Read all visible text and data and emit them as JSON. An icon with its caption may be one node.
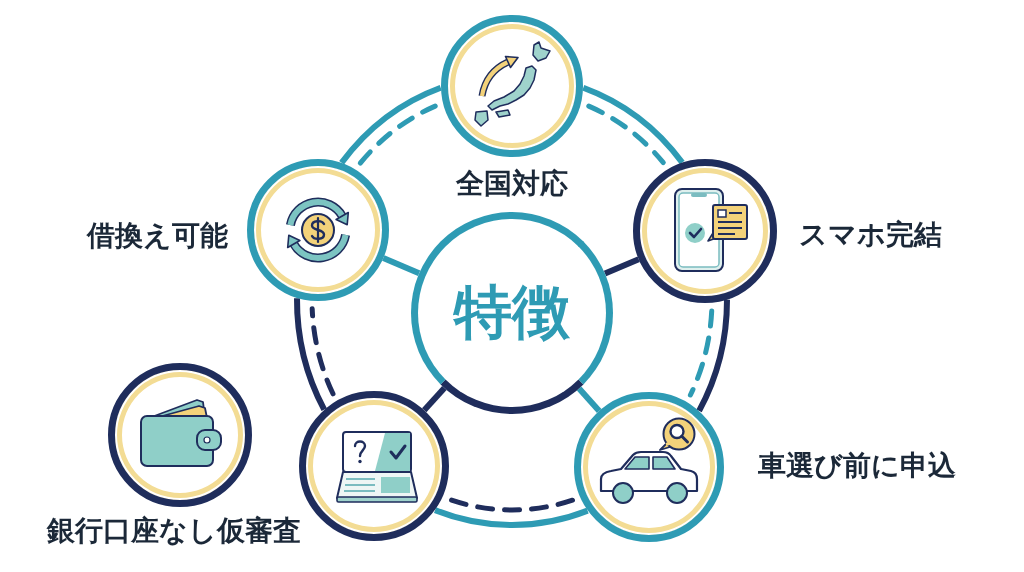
{
  "diagram": {
    "nodes": [
      {
        "text": [
          "全国対応"
        ]
      },
      {
        "text": [
          "借換え可能"
        ]
      },
      {
        "text": [
          "スマホ完結"
        ]
      },
      {
        "text": [
          "特徴"
        ]
      },
      {
        "text": [
          "銀行口座なし仮審査"
        ]
      },
      {
        "text": [],
        "shape": "circle"
      },
      {
        "text": [
          "車選び前に申込"
        ]
      }
    ],
    "edges": [
      {
        "from": 1,
        "to": 0,
        "arrow": "none"
      },
      {
        "from": 0,
        "to": 2,
        "arrow": "none"
      },
      {
        "from": 2,
        "to": 6,
        "arrow": "none",
        "color": "#1f2d5c"
      },
      {
        "from": 6,
        "to": 5,
        "arrow": "none"
      },
      {
        "from": 5,
        "to": 1,
        "arrow": "none",
        "color": "#1f2d5c"
      },
      {
        "from": 3,
        "to": 1,
        "arrow": "none"
      },
      {
        "from": 3,
        "to": 2,
        "arrow": "none",
        "color": "#1f2d5c"
      },
      {
        "from": 3,
        "to": 5,
        "arrow": "none",
        "color": "#1f2d5c"
      },
      {
        "from": 3,
        "to": 6,
        "arrow": "none"
      }
    ]
  }
}
